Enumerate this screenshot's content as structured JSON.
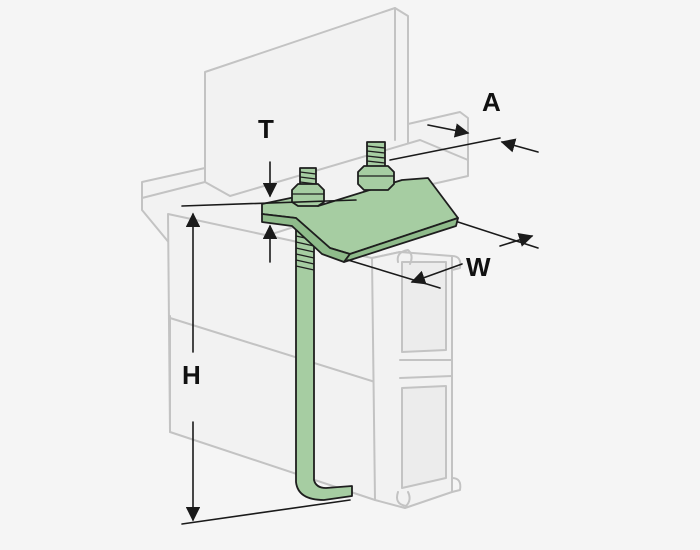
{
  "dimensions": {
    "a": "A",
    "t": "T",
    "w": "W",
    "h": "H"
  },
  "colors": {
    "background": "#f5f5f5",
    "clamp_green": "#a6cda2",
    "outline": "#1e1e1e",
    "ghost_outline": "#c3c3c3"
  }
}
